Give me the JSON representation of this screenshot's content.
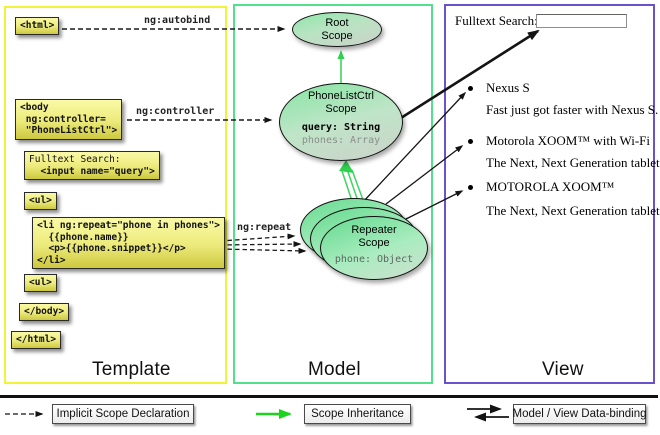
{
  "template": {
    "panel_label": "Template",
    "label_autobind": "ng:autobind",
    "label_controller": "ng:controller",
    "label_repeat": "ng:repeat",
    "box_html_open": "<html>",
    "box_body_open": "<body\n ng:controller=\n \"PhoneListCtrl\">",
    "box_fulltext_line1": "Fulltext Search:",
    "box_fulltext_line2": "  <input name=\"query\">",
    "box_ul_open": "<ul>",
    "box_li_repeat": "<li ng:repeat=\"phone in phones\">\n  {{phone.name}}\n  <p>{{phone.snippet}}</p>\n</li>",
    "box_ul_close": "<ul>",
    "box_body_close": "</body>",
    "box_html_close": "</html>"
  },
  "model": {
    "panel_label": "Model",
    "root_scope_title": "Root\nScope",
    "phonelist_title": "PhoneListCtrl\nScope",
    "phonelist_query": "query: String",
    "phonelist_phones": "phones: Array",
    "repeater_title": "Repeater\nScope",
    "repeater_phone": "phone: Object"
  },
  "view": {
    "panel_label": "View",
    "search_label": "Fulltext Search:",
    "items": [
      {
        "title": "Nexus S",
        "desc": "Fast just got faster with Nexus S."
      },
      {
        "title": "Motorola XOOM™ with Wi-Fi",
        "desc": "The Next, Next Generation tablet."
      },
      {
        "title": "MOTOROLA XOOM™",
        "desc": "The Next, Next Generation tablet."
      }
    ]
  },
  "legend": {
    "implicit_label": "Implicit Scope Declaration",
    "inheritance_label": "Scope Inheritance",
    "binding_label": "Model / View Data-binding"
  },
  "colors": {
    "template_border": "#f2f23a",
    "model_border": "#53e08c",
    "view_border": "#6a52cc",
    "code_box_top": "#fafaa6",
    "code_box_bottom": "#cdc83f",
    "scope_green": "#8fe7aa",
    "inheritance_arrow": "#2ed04e",
    "legend_green_arrow": "#1dd41d"
  }
}
